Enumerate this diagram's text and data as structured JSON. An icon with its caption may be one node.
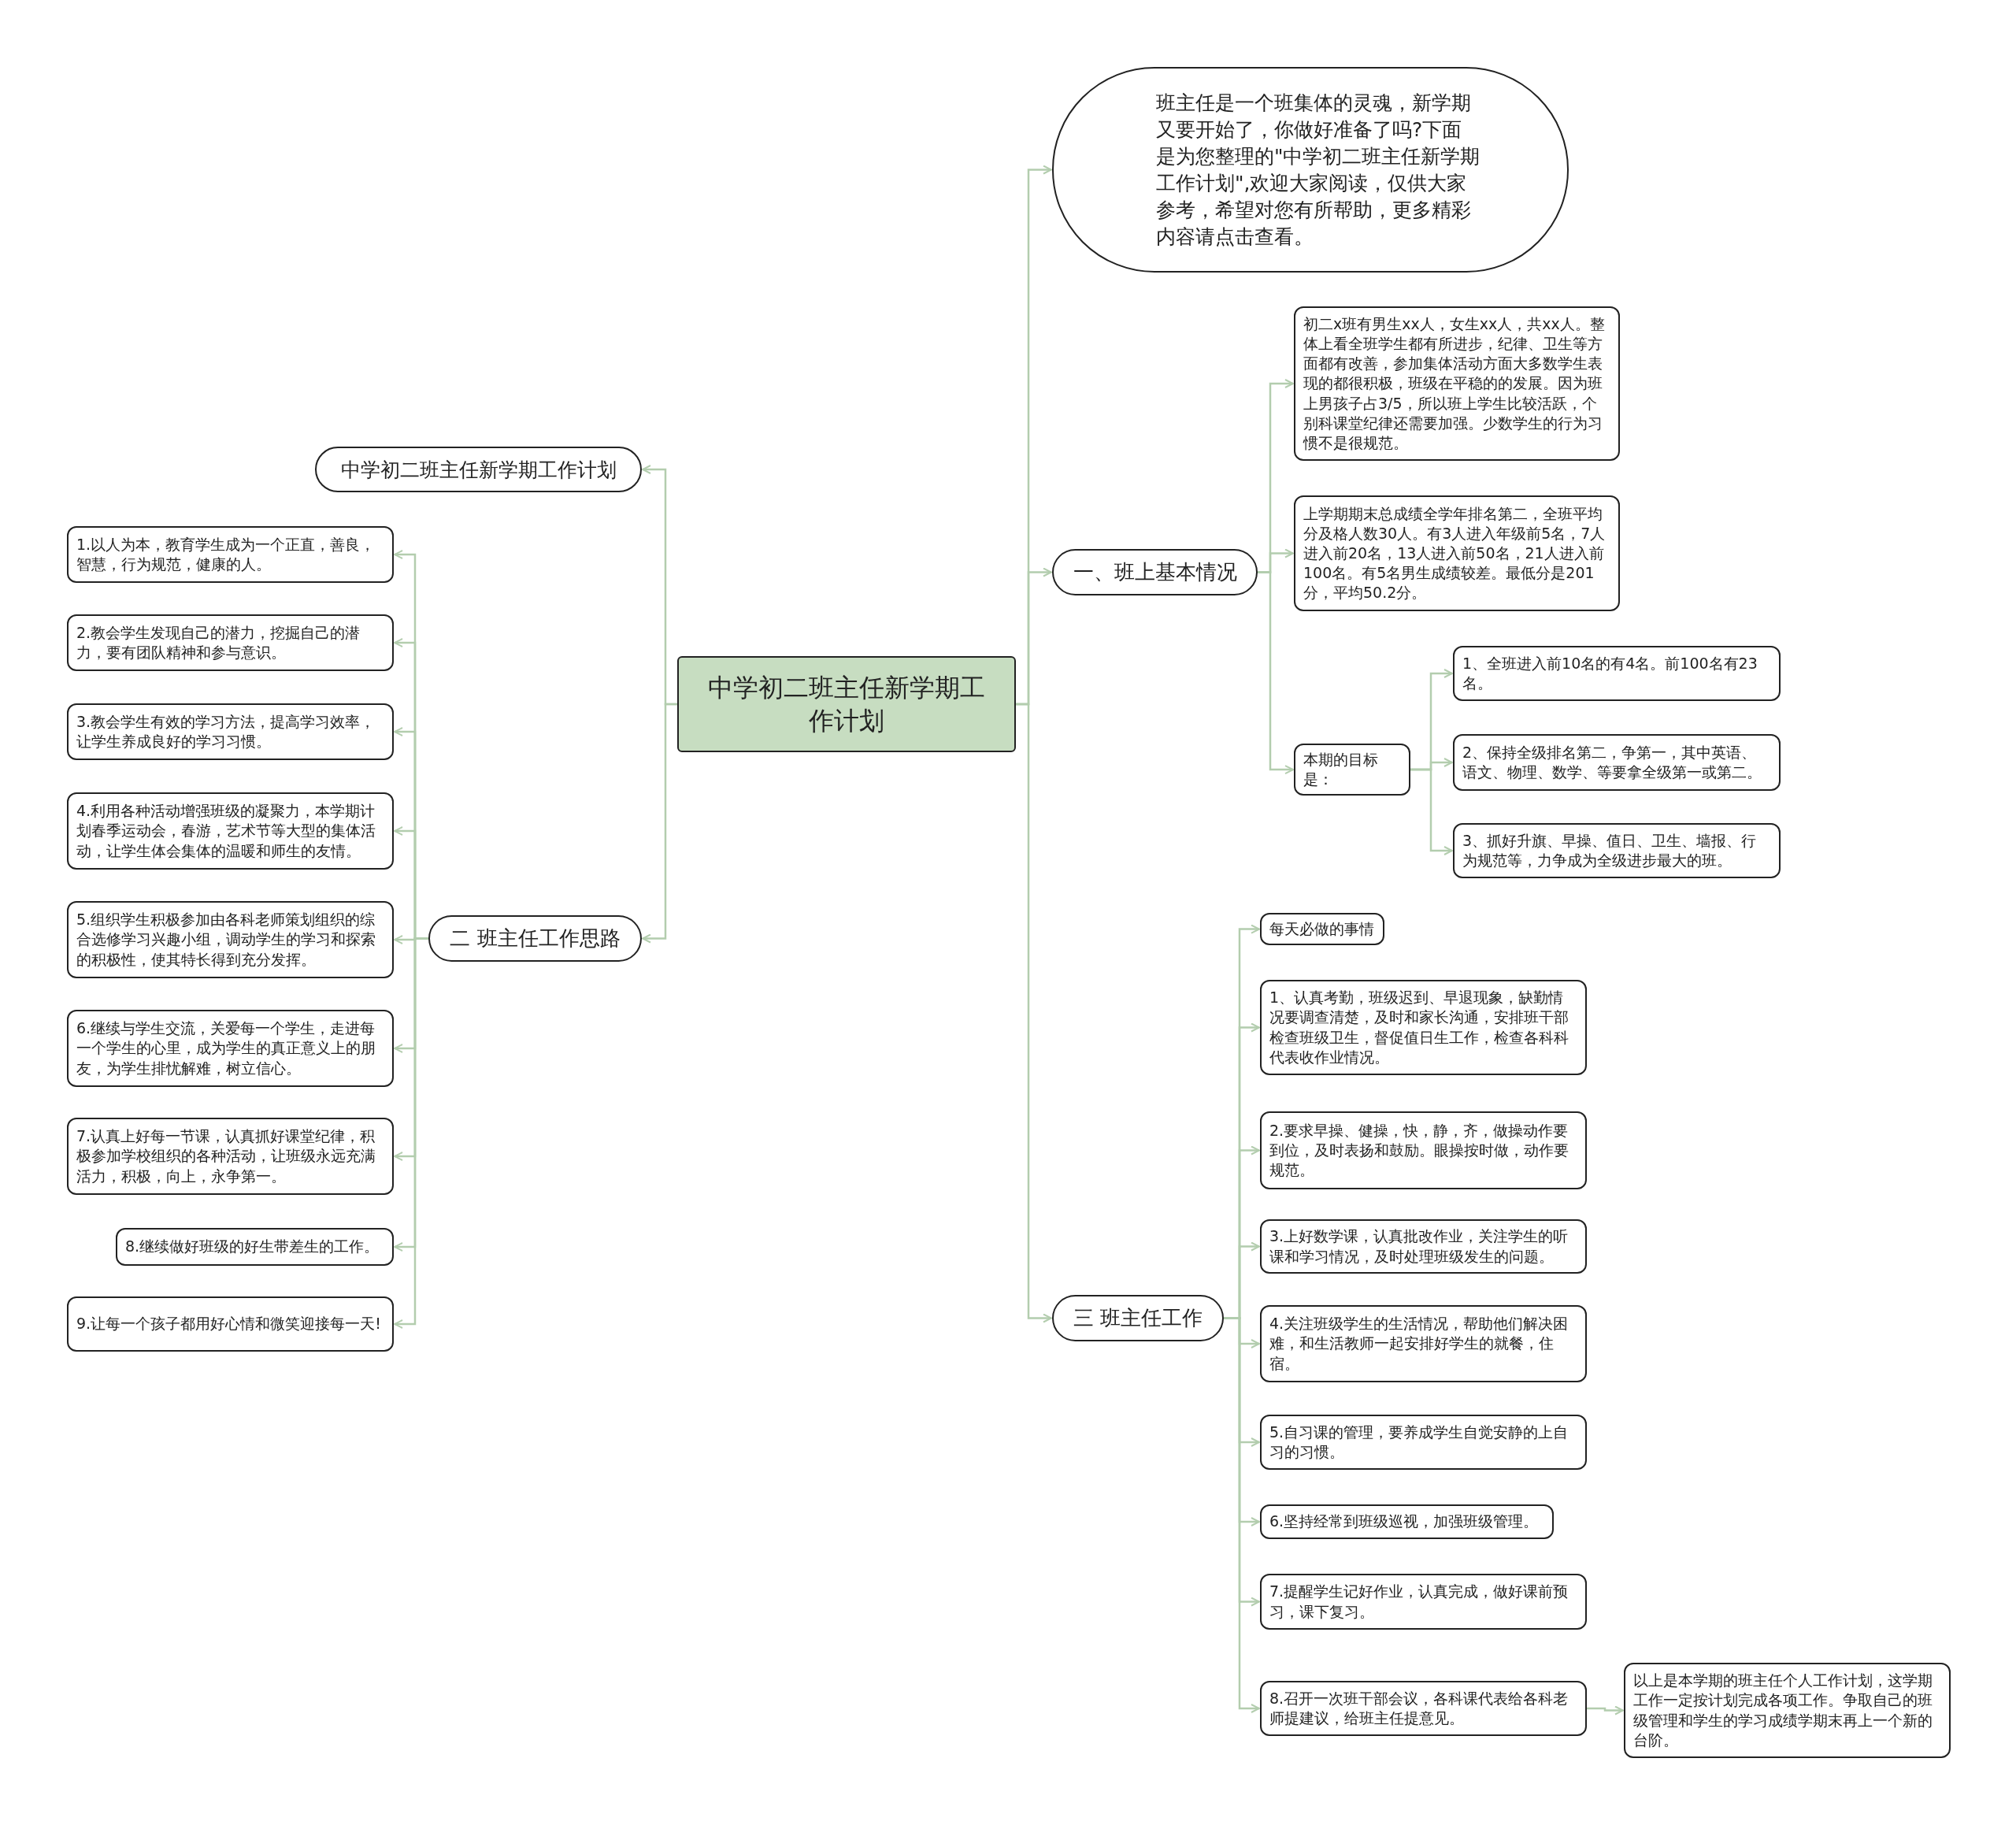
{
  "diagram": {
    "nodes": [
      {
        "text": [
          "中学初二班主任新学期工作计划"
        ]
      },
      {
        "text": [
          "班主任是一个班集体的灵魂，新学期又要开始了，你做好准备了吗?下面是为您整理的\"中学初二班主任新学期工作计划\",欢迎大家阅读，仅供大家参考，希望对您有所帮助，更多精彩内容请点击查看。"
        ]
      },
      {
        "text": [
          "一、班上基本情况"
        ]
      },
      {
        "text": [
          "初二x班有男生xx人，女生xx人，共xx人。整体上看全班学生都有所进步，纪律、卫生等方面都有改善，参加集体活动方面大多数学生表现的都很积极，班级在平稳的的发展。因为班上男孩子占3/5，所以班上学生比较活跃，个别科课堂纪律还需要加强。少数学生的行为习惯不是很规范。"
        ]
      },
      {
        "text": [
          "上学期期末总成绩全学年排名第二，全班平均分及格人数30人。有3人进入年级前5名，7人进入前20名，13人进入前50名，21人进入前100名。有5名男生成绩较差。最低分是201分，平均50.2分。"
        ]
      },
      {
        "text": [
          "本期的目标是："
        ]
      },
      {
        "text": [
          "1、全班进入前10名的有4名。前100名有23名。"
        ]
      },
      {
        "text": [
          "2、保持全级排名第二，争第一，其中英语、语文、物理、数学、等要拿全级第一或第二。"
        ]
      },
      {
        "text": [
          "3、抓好升旗、早操、值日、卫生、墙报、行为规范等，力争成为全级进步最大的班。"
        ]
      },
      {
        "text": [
          "三 班主任工作"
        ]
      },
      {
        "text": [
          "每天必做的事情"
        ]
      },
      {
        "text": [
          "1、认真考勤，班级迟到、早退现象，缺勤情况要调查清楚，及时和家长沟通，安排班干部检查班级卫生，督促值日生工作，检查各科科代表收作业情况。"
        ]
      },
      {
        "text": [
          "2.要求早操、健操，快，静，齐，做操动作要到位，及时表扬和鼓励。眼操按时做，动作要规范。"
        ]
      },
      {
        "text": [
          "3.上好数学课，认真批改作业，关注学生的听课和学习情况，及时处理班级发生的问题。"
        ]
      },
      {
        "text": [
          "4.关注班级学生的生活情况，帮助他们解决困难，和生活教师一起安排好学生的就餐，住宿。"
        ]
      },
      {
        "text": [
          "5.自习课的管理，要养成学生自觉安静的上自习的习惯。"
        ]
      },
      {
        "text": [
          "6.坚持经常到班级巡视，加强班级管理。"
        ]
      },
      {
        "text": [
          "7.提醒学生记好作业，认真完成，做好课前预习，课下复习。"
        ]
      },
      {
        "text": [
          "8.召开一次班干部会议，各科课代表给各科老师提建议，给班主任提意见。"
        ]
      },
      {
        "text": [
          "以上是本学期的班主任个人工作计划，这学期工作一定按计划完成各项工作。争取自己的班级管理和学生的学习成绩学期末再上一个新的台阶。"
        ]
      },
      {
        "text": [
          "中学初二班主任新学期工作计划"
        ]
      },
      {
        "text": [
          "二 班主任工作思路"
        ]
      },
      {
        "text": [
          "1.以人为本，教育学生成为一个正直，善良，智慧，行为规范，健康的人。"
        ]
      },
      {
        "text": [
          "2.教会学生发现自己的潜力，挖掘自己的潜力，要有团队精神和参与意识。"
        ]
      },
      {
        "text": [
          "3.教会学生有效的学习方法，提高学习效率，让学生养成良好的学习习惯。"
        ]
      },
      {
        "text": [
          "4.利用各种活动增强班级的凝聚力，本学期计划春季运动会，春游，艺术节等大型的集体活动，让学生体会集体的温暖和师生的友情。"
        ]
      },
      {
        "text": [
          "5.组织学生积极参加由各科老师策划组织的综合选修学习兴趣小组，调动学生的学习和探索的积极性，使其特长得到充分发挥。"
        ]
      },
      {
        "text": [
          "6.继续与学生交流，关爱每一个学生，走进每一个学生的心里，成为学生的真正意义上的朋友，为学生排忧解难，树立信心。"
        ]
      },
      {
        "text": [
          "7.认真上好每一节课，认真抓好课堂纪律，积极参加学校组织的各种活动，让班级永远充满活力，积极，向上，永争第一。"
        ]
      },
      {
        "text": [
          "8.继续做好班级的好生带差生的工作。"
        ]
      },
      {
        "text": [
          "9.让每一个孩子都用好心情和微笑迎接每一天!"
        ]
      }
    ],
    "edges": [
      {
        "from": 0,
        "to": 1,
        "arrow": "to"
      },
      {
        "from": 0,
        "to": 2,
        "arrow": "to"
      },
      {
        "from": 2,
        "to": 3,
        "arrow": "to"
      },
      {
        "from": 2,
        "to": 4,
        "arrow": "to"
      },
      {
        "from": 2,
        "to": 5,
        "arrow": "to"
      },
      {
        "from": 5,
        "to": 6,
        "arrow": "to"
      },
      {
        "from": 5,
        "to": 7,
        "arrow": "to"
      },
      {
        "from": 5,
        "to": 8,
        "arrow": "to"
      },
      {
        "from": 0,
        "to": 9,
        "arrow": "to"
      },
      {
        "from": 9,
        "to": 10,
        "arrow": "to"
      },
      {
        "from": 9,
        "to": 11,
        "arrow": "to"
      },
      {
        "from": 9,
        "to": 12,
        "arrow": "to"
      },
      {
        "from": 9,
        "to": 13,
        "arrow": "to"
      },
      {
        "from": 9,
        "to": 14,
        "arrow": "to"
      },
      {
        "from": 9,
        "to": 15,
        "arrow": "to"
      },
      {
        "from": 9,
        "to": 16,
        "arrow": "to"
      },
      {
        "from": 9,
        "to": 17,
        "arrow": "to"
      },
      {
        "from": 9,
        "to": 18,
        "arrow": "to"
      },
      {
        "from": 18,
        "to": 19,
        "arrow": "to"
      },
      {
        "from": 0,
        "to": 20,
        "arrow": "to"
      },
      {
        "from": 0,
        "to": 21,
        "arrow": "to"
      },
      {
        "from": 21,
        "to": 22,
        "arrow": "to"
      },
      {
        "from": 21,
        "to": 23,
        "arrow": "to"
      },
      {
        "from": 21,
        "to": 24,
        "arrow": "to"
      },
      {
        "from": 21,
        "to": 25,
        "arrow": "to"
      },
      {
        "from": 21,
        "to": 26,
        "arrow": "to"
      },
      {
        "from": 21,
        "to": 27,
        "arrow": "to"
      },
      {
        "from": 21,
        "to": 28,
        "arrow": "to"
      },
      {
        "from": 21,
        "to": 29,
        "arrow": "to"
      },
      {
        "from": 21,
        "to": 30,
        "arrow": "to"
      }
    ]
  }
}
